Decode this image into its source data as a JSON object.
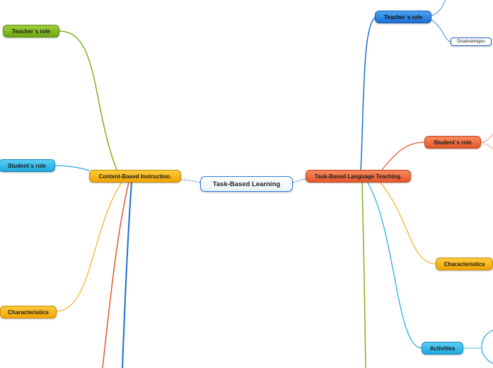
{
  "center": {
    "label": "Task-Based Learning"
  },
  "left_main": {
    "label": "Content-Based Instruction."
  },
  "right_main": {
    "label": "Task-Based Language Teaching."
  },
  "left_branches": {
    "teacher_role": "Teacher´s role",
    "student_role": "Student´s role",
    "characteristics": "Characteristics"
  },
  "right_branches": {
    "teacher_role": "Teacher´s role",
    "disadvantages": "Disadvantages",
    "student_role": "Student´s role",
    "characteristics": "Characteristics",
    "activities": "Activities"
  },
  "colors": {
    "green": "#7ab51d",
    "blue": "#1c6fd4",
    "cyan": "#1ea7e0",
    "orange": "#f2b01e",
    "red": "#e4572b",
    "connector": "#2c7bd6"
  }
}
